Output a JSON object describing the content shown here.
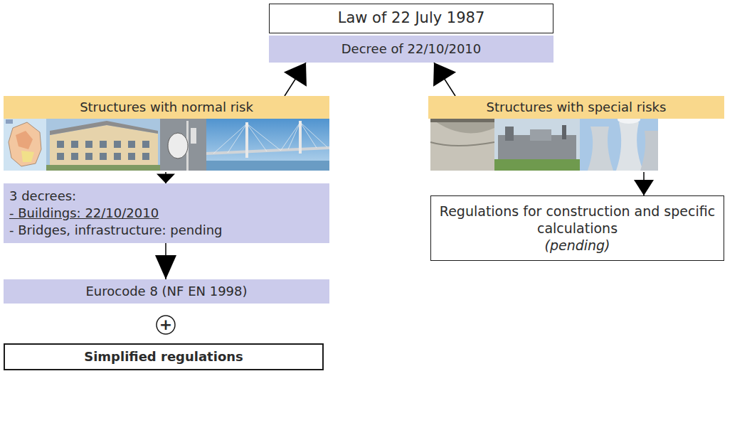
{
  "diagram": {
    "nodes": [
      {
        "text": [
          "Law of 22 July 1987"
        ]
      },
      {
        "text": [
          "Decree of 22/10/2010"
        ]
      },
      {
        "text": [
          "Structures with normal risk"
        ]
      },
      {
        "text": [
          "Structures with special risks"
        ]
      },
      {
        "text": [
          "3 decrees:",
          "- Buildings: 22/10/2010",
          "- Bridges, infrastructure: pending"
        ]
      },
      {
        "text": [
          "Regulations for construction and specific calculations",
          "(pending)"
        ]
      },
      {
        "text": [
          "Eurocode 8 (NF EN 1998)"
        ]
      },
      {
        "text": [
          "+"
        ]
      },
      {
        "text": [
          "Simplified regulations"
        ]
      }
    ],
    "edges": [
      {
        "from": 2,
        "to": 1,
        "arrow": "to"
      },
      {
        "from": 3,
        "to": 1,
        "arrow": "to"
      },
      {
        "from": 2,
        "to": 4,
        "arrow": "to"
      },
      {
        "from": 4,
        "to": 6,
        "arrow": "to"
      },
      {
        "from": 3,
        "to": 5,
        "arrow": "to"
      }
    ]
  }
}
